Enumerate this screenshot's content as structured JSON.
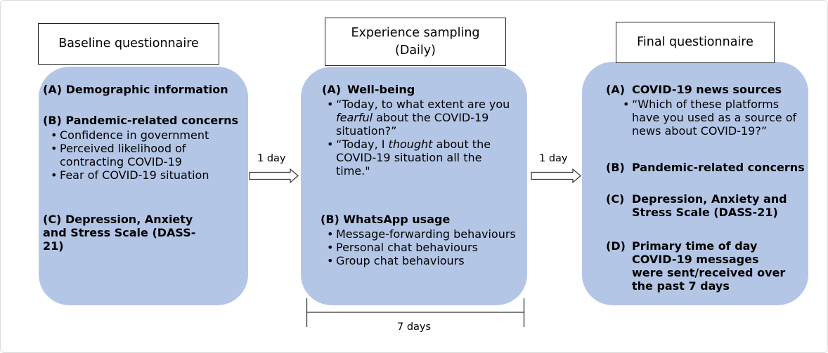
{
  "baseline": {
    "title": "Baseline questionnaire",
    "sections": [
      {
        "letter": "(A)",
        "heading": "Demographic information",
        "bullets": []
      },
      {
        "letter": "(B)",
        "heading": "Pandemic-related concerns",
        "bullets": [
          "Confidence in government",
          "Perceived likelihood of contracting COVID-19",
          "Fear of COVID-19 situation"
        ]
      },
      {
        "letter": "(C)",
        "heading": "Depression, Anxiety and Stress Scale (DASS-21)",
        "bullets": []
      }
    ]
  },
  "arrow1": {
    "label": "1 day"
  },
  "experience": {
    "title_line1": "Experience sampling",
    "title_line2": "(Daily)",
    "wellbeing": {
      "letter": "(A)",
      "heading": "Well-being",
      "q1_pre": "“Today, to what extent are you ",
      "q1_italic": "fearful",
      "q1_post": " about the COVID-19 situation?”",
      "q2_pre": "“Today, I ",
      "q2_italic": "thought",
      "q2_post": " about the COVID-19 situation all the time.\""
    },
    "whatsapp": {
      "letter": "(B)",
      "heading": "WhatsApp usage",
      "bullets": [
        "Message-forwarding behaviours",
        "Personal chat behaviours",
        "Group chat behaviours"
      ]
    }
  },
  "arrow2": {
    "label": "1 day"
  },
  "duration": {
    "label": "7 days"
  },
  "final": {
    "title": "Final questionnaire",
    "sections": [
      {
        "letter": "(A)",
        "heading": "COVID-19 news sources",
        "bullets": [
          "“Which of these platforms have you used as a source of news about COVID-19?”"
        ]
      },
      {
        "letter": "(B)",
        "heading": "Pandemic-related concerns",
        "bullets": []
      },
      {
        "letter": "(C)",
        "heading": "Depression, Anxiety and Stress Scale (DASS-21)",
        "bullets": []
      },
      {
        "letter": "(D)",
        "heading": "Primary time of day COVID-19 messages were sent/received over the past 7 days",
        "bullets": []
      }
    ]
  },
  "colors": {
    "panel": "#b4c6e6",
    "border": "#222222"
  }
}
